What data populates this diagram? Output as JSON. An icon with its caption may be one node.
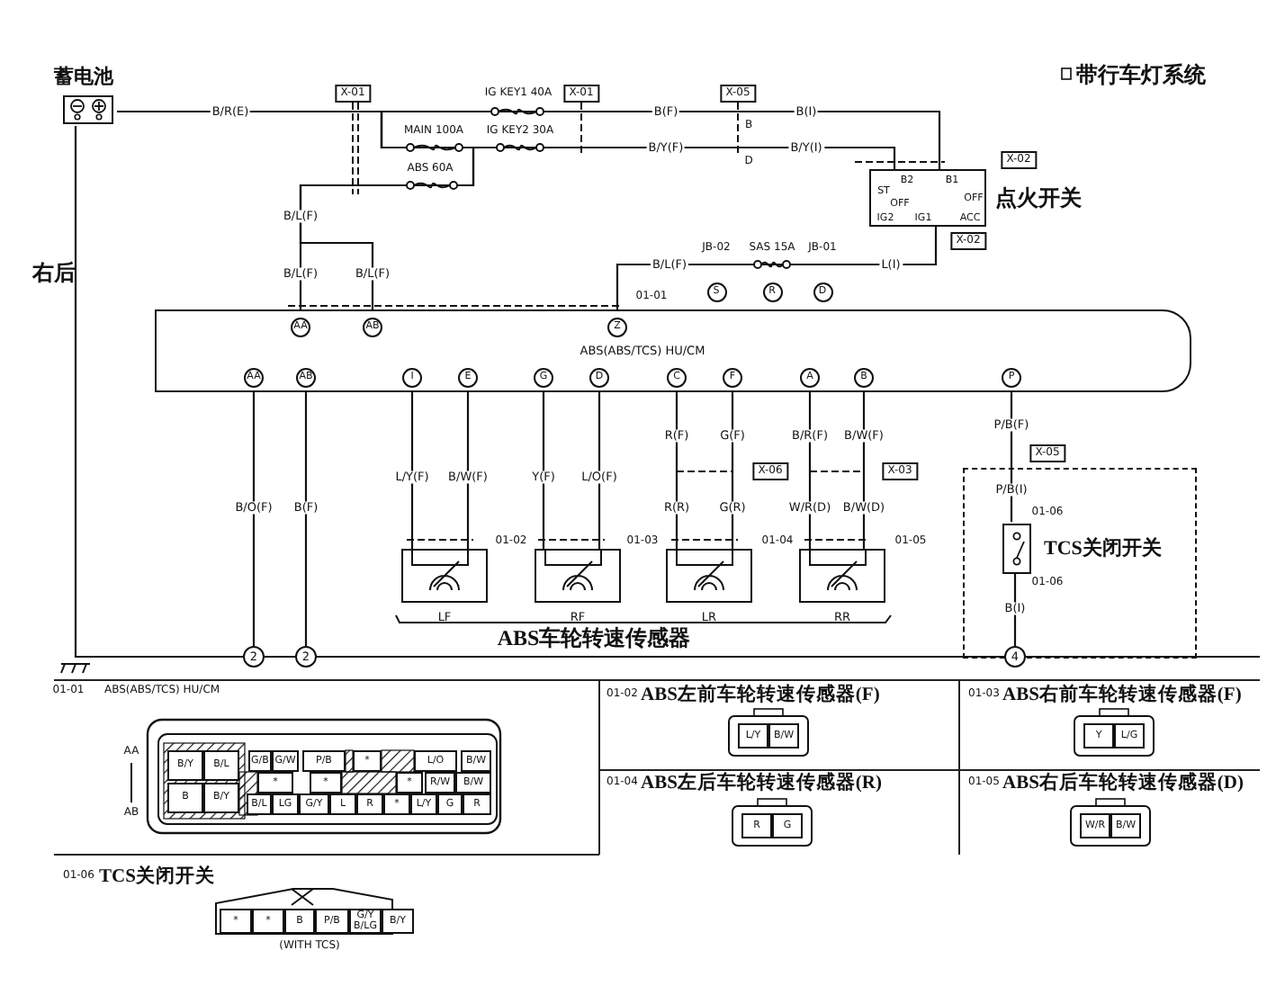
{
  "diagram": {
    "title": "带行车灯系统",
    "nodes": [
      {
        "text": [
          "蓄电池"
        ]
      },
      {
        "text": [
          "点火开关",
          "B2",
          "B1",
          "ST",
          "OFF",
          "OFF",
          "IG2",
          "IG1",
          "ACC"
        ]
      },
      {
        "text": [
          "ABS(ABS/TCS) HU/CM"
        ]
      },
      {
        "text": [
          "LF"
        ]
      },
      {
        "text": [
          "RF"
        ]
      },
      {
        "text": [
          "LR"
        ]
      },
      {
        "text": [
          "RR"
        ]
      },
      {
        "text": [
          "TCS关闭开关"
        ]
      },
      {
        "text": [],
        "shape": "box",
        "in": 7
      },
      {
        "text": [
          "2"
        ]
      },
      {
        "text": [
          "2"
        ]
      },
      {
        "text": [
          "4"
        ]
      },
      {
        "text": [
          "S"
        ]
      },
      {
        "text": [
          "R"
        ]
      },
      {
        "text": [
          "D"
        ]
      }
    ],
    "edges": [
      {
        "from": 0,
        "to": 1,
        "arrow": "none",
        "label": "B(F)"
      },
      {
        "from": 0,
        "to": 1,
        "arrow": "none",
        "label": "B/Y(F)"
      },
      {
        "from": 0,
        "to": 2,
        "arrow": "none",
        "label": "B/L(F)"
      },
      {
        "from": 0,
        "to": 2,
        "arrow": "none",
        "label": "B/L(F)"
      },
      {
        "from": 1,
        "to": 2,
        "arrow": "none",
        "label": "L(I)"
      },
      {
        "from": 2,
        "to": 3,
        "arrow": "none",
        "label": "L/Y(F)"
      },
      {
        "from": 2,
        "to": 3,
        "arrow": "none",
        "label": "B/W(F)"
      },
      {
        "from": 2,
        "to": 4,
        "arrow": "none",
        "label": "Y(F)"
      },
      {
        "from": 2,
        "to": 4,
        "arrow": "none",
        "label": "L/O(F)"
      },
      {
        "from": 2,
        "to": 5,
        "arrow": "none",
        "label": "R(F)"
      },
      {
        "from": 2,
        "to": 5,
        "arrow": "none",
        "label": "G(F)"
      },
      {
        "from": 2,
        "to": 6,
        "arrow": "none",
        "label": "B/R(F)"
      },
      {
        "from": 2,
        "to": 6,
        "arrow": "none",
        "label": "B/W(F)"
      },
      {
        "from": 2,
        "to": 8,
        "arrow": "none",
        "label": "P/B(F)"
      },
      {
        "from": 2,
        "to": 9,
        "arrow": "none",
        "label": "B/O(F)"
      },
      {
        "from": 2,
        "to": 10,
        "arrow": "none",
        "label": "B(F)"
      },
      {
        "from": 8,
        "to": 11,
        "arrow": "none",
        "label": "B(I)"
      },
      {
        "from": 0,
        "to": 9,
        "arrow": "none"
      },
      {
        "from": 9,
        "to": 10,
        "arrow": "none"
      },
      {
        "from": 10,
        "to": 11,
        "arrow": "none"
      }
    ],
    "labels": [
      "右后",
      "B/R(E)",
      "X-01",
      "IG KEY1 40A",
      "X-01",
      "MAIN 100A",
      "IG KEY2 30A",
      "ABS 60A",
      "X-05",
      "B",
      "B(I)",
      "D",
      "B/Y(I)",
      "X-02",
      "X-02",
      "JB-02",
      "SAS 15A",
      "JB-01",
      "B/L(F)",
      "B/L(F)",
      "AA",
      "AB",
      "Z",
      "01-01",
      "AA",
      "AB",
      "I",
      "E",
      "G",
      "D",
      "C",
      "F",
      "A",
      "B",
      "P",
      "X-06",
      "R(R)",
      "G(R)",
      "X-03",
      "W/R(D)",
      "B/W(D)",
      "01-02",
      "01-03",
      "01-04",
      "01-05",
      "X-05",
      "P/B(I)",
      "01-06",
      "01-06",
      "ABS车轮转速传感器",
      "01-01",
      "ABS(ABS/TCS) HU/CM",
      "AA",
      "AB",
      "B/Y",
      "B/L",
      "B",
      "B/Y",
      "G/B",
      "G/W",
      "P/B",
      "*",
      "L/O",
      "B/W",
      "*",
      "*",
      "*",
      "R/W",
      "B/W",
      "B/L",
      "LG",
      "G/Y",
      "L",
      "R",
      "*",
      "L/Y",
      "G",
      "R",
      "01-02",
      "ABS左前车轮转速传感器(F)",
      "L/Y",
      "B/W",
      "01-03",
      "ABS右前车轮转速传感器(F)",
      "Y",
      "L/G",
      "01-04",
      "ABS左后车轮转速传感器(R)",
      "R",
      "G",
      "01-05",
      "ABS右后车轮转速传感器(D)",
      "W/R",
      "B/W",
      "01-06",
      "TCS关闭开关",
      "*",
      "*",
      "B",
      "P/B",
      "G/Y B/LG",
      "B/Y",
      "(WITH TCS)"
    ]
  }
}
